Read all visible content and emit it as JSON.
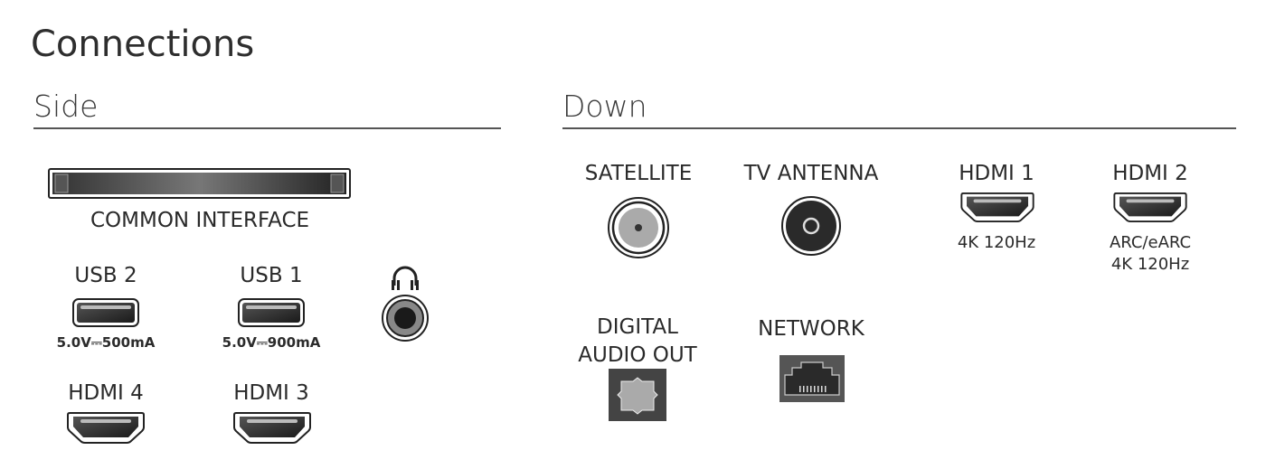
{
  "title": "Connections",
  "side": {
    "heading": "Side",
    "common_interface": "COMMON INTERFACE",
    "usb2": {
      "label": "USB 2",
      "spec": "5.0V⎓500mA"
    },
    "usb1": {
      "label": "USB 1",
      "spec": "5.0V⎓900mA"
    },
    "headphone_icon": "headphones-icon",
    "hdmi4": {
      "label": "HDMI 4"
    },
    "hdmi3": {
      "label": "HDMI 3"
    }
  },
  "down": {
    "heading": "Down",
    "satellite": {
      "label": "SATELLITE"
    },
    "tv_antenna": {
      "label": "TV ANTENNA"
    },
    "hdmi1": {
      "label": "HDMI 1",
      "spec": "4K 120Hz"
    },
    "hdmi2": {
      "label": "HDMI 2",
      "spec1": "ARC/eARC",
      "spec2": "4K 120Hz"
    },
    "digital_audio_out": {
      "line1": "DIGITAL",
      "line2": "AUDIO OUT"
    },
    "network": {
      "label": "NETWORK"
    }
  }
}
